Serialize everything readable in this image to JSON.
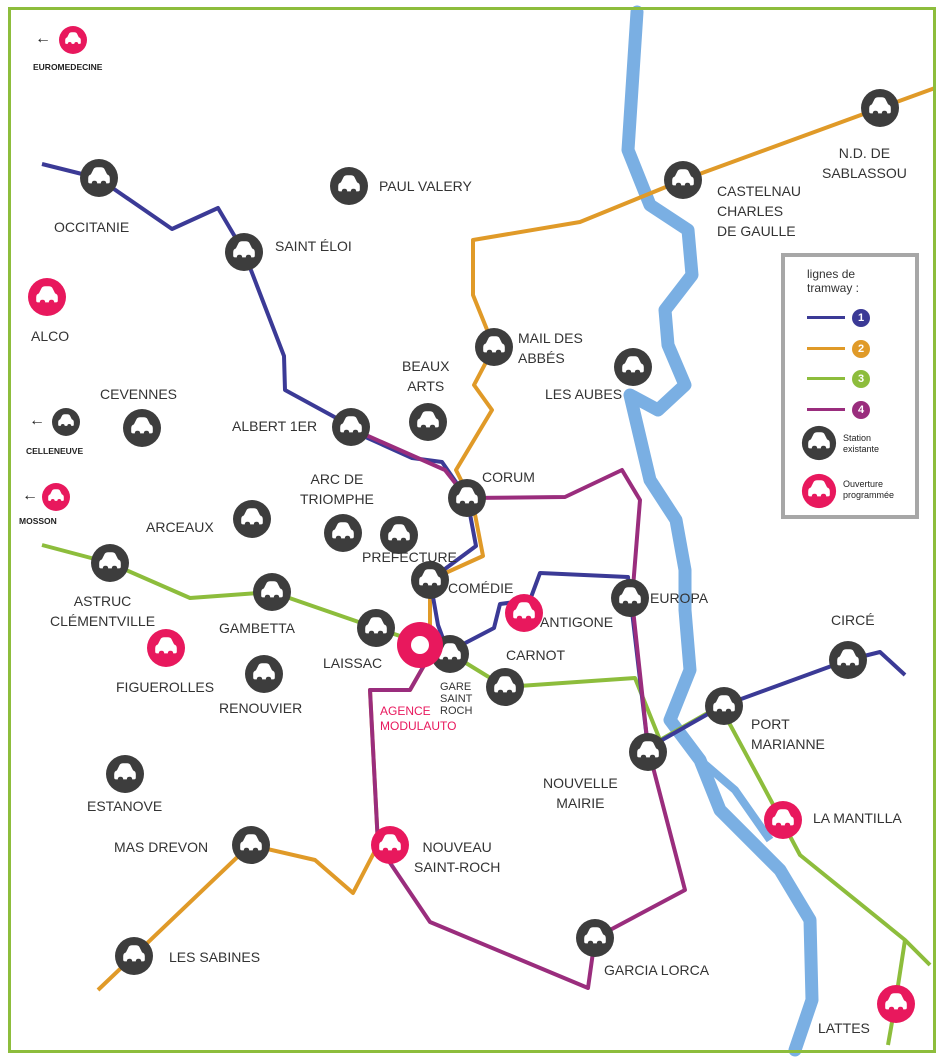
{
  "colors": {
    "line1": "#3b3a96",
    "line2": "#e09a28",
    "line3": "#8dbd3c",
    "line4": "#9a2d7d",
    "river": "#7aafe3",
    "existing": "#3d3d3d",
    "planned": "#e8185d",
    "border": "#8dbd3c"
  },
  "legend": {
    "title": "lignes de\ntramway :",
    "lines": [
      {
        "number": "1",
        "color": "#3b3a96"
      },
      {
        "number": "2",
        "color": "#e09a28"
      },
      {
        "number": "3",
        "color": "#8dbd3c"
      },
      {
        "number": "4",
        "color": "#9a2d7d"
      }
    ],
    "existing_label": "Station\nexistante",
    "planned_label": "Ouverture\nprogrammée"
  },
  "agency": "AGENCE\nMODULAUTO",
  "stations": [
    {
      "id": "euromedecine",
      "label": "EUROMEDECINE",
      "status": "planned"
    },
    {
      "id": "occitanie",
      "label": "OCCITANIE",
      "status": "existing"
    },
    {
      "id": "saint-eloi",
      "label": "SAINT ÉLOI",
      "status": "existing"
    },
    {
      "id": "paul-valery",
      "label": "PAUL VALERY",
      "status": "existing"
    },
    {
      "id": "nd-sablassou",
      "label": "N.D. DE\nSABLASSOU",
      "status": "existing"
    },
    {
      "id": "castelnau",
      "label": "CASTELNAU\nCHARLES\nDE GAULLE",
      "status": "existing"
    },
    {
      "id": "alco",
      "label": "ALCO",
      "status": "planned"
    },
    {
      "id": "mail-des-abbes",
      "label": "MAIL DES\nABBÉS",
      "status": "existing"
    },
    {
      "id": "beaux-arts",
      "label": "BEAUX\nARTS",
      "status": "existing"
    },
    {
      "id": "les-aubes",
      "label": "LES AUBES",
      "status": "existing"
    },
    {
      "id": "cevennes",
      "label": "CEVENNES",
      "status": "existing"
    },
    {
      "id": "celleneuve",
      "label": "CELLENEUVE",
      "status": "existing"
    },
    {
      "id": "albert-1er",
      "label": "ALBERT 1ER",
      "status": "existing"
    },
    {
      "id": "corum",
      "label": "CORUM",
      "status": "existing"
    },
    {
      "id": "mosson",
      "label": "MOSSON",
      "status": "planned"
    },
    {
      "id": "arc-de-triomphe",
      "label": "ARC DE\nTRIOMPHE",
      "status": "existing"
    },
    {
      "id": "arceaux",
      "label": "ARCEAUX",
      "status": "existing"
    },
    {
      "id": "prefecture",
      "label": "PREFECTURE",
      "status": "existing"
    },
    {
      "id": "comedie",
      "label": "COMÉDIE",
      "status": "existing"
    },
    {
      "id": "europa",
      "label": "EUROPA",
      "status": "existing"
    },
    {
      "id": "astruc",
      "label": "ASTRUC\nCLÉMENTVILLE",
      "status": "existing"
    },
    {
      "id": "gambetta",
      "label": "GAMBETTA",
      "status": "existing"
    },
    {
      "id": "antigone",
      "label": "ANTIGONE",
      "status": "planned"
    },
    {
      "id": "circe",
      "label": "CIRCÉ",
      "status": "existing"
    },
    {
      "id": "laissac",
      "label": "LAISSAC",
      "status": "existing"
    },
    {
      "id": "gare-saint-roch",
      "label": "GARE\nSAINT\nROCH",
      "status": "existing"
    },
    {
      "id": "carnot",
      "label": "CARNOT",
      "status": "existing"
    },
    {
      "id": "figuerolles",
      "label": "FIGUEROLLES",
      "status": "planned"
    },
    {
      "id": "renouvier",
      "label": "RENOUVIER",
      "status": "existing"
    },
    {
      "id": "port-marianne",
      "label": "PORT\nMARIANNE",
      "status": "existing"
    },
    {
      "id": "nouvelle-mairie",
      "label": "NOUVELLE\nMAIRIE",
      "status": "existing"
    },
    {
      "id": "estanove",
      "label": "ESTANOVE",
      "status": "existing"
    },
    {
      "id": "la-mantilla",
      "label": "LA MANTILLA",
      "status": "planned"
    },
    {
      "id": "mas-drevon",
      "label": "MAS DREVON",
      "status": "existing"
    },
    {
      "id": "nouveau-saint-roch",
      "label": "NOUVEAU\nSAINT-ROCH",
      "status": "planned"
    },
    {
      "id": "les-sabines",
      "label": "LES SABINES",
      "status": "existing"
    },
    {
      "id": "garcia-lorca",
      "label": "GARCIA LORCA",
      "status": "existing"
    },
    {
      "id": "lattes",
      "label": "LATTES",
      "status": "planned"
    }
  ]
}
